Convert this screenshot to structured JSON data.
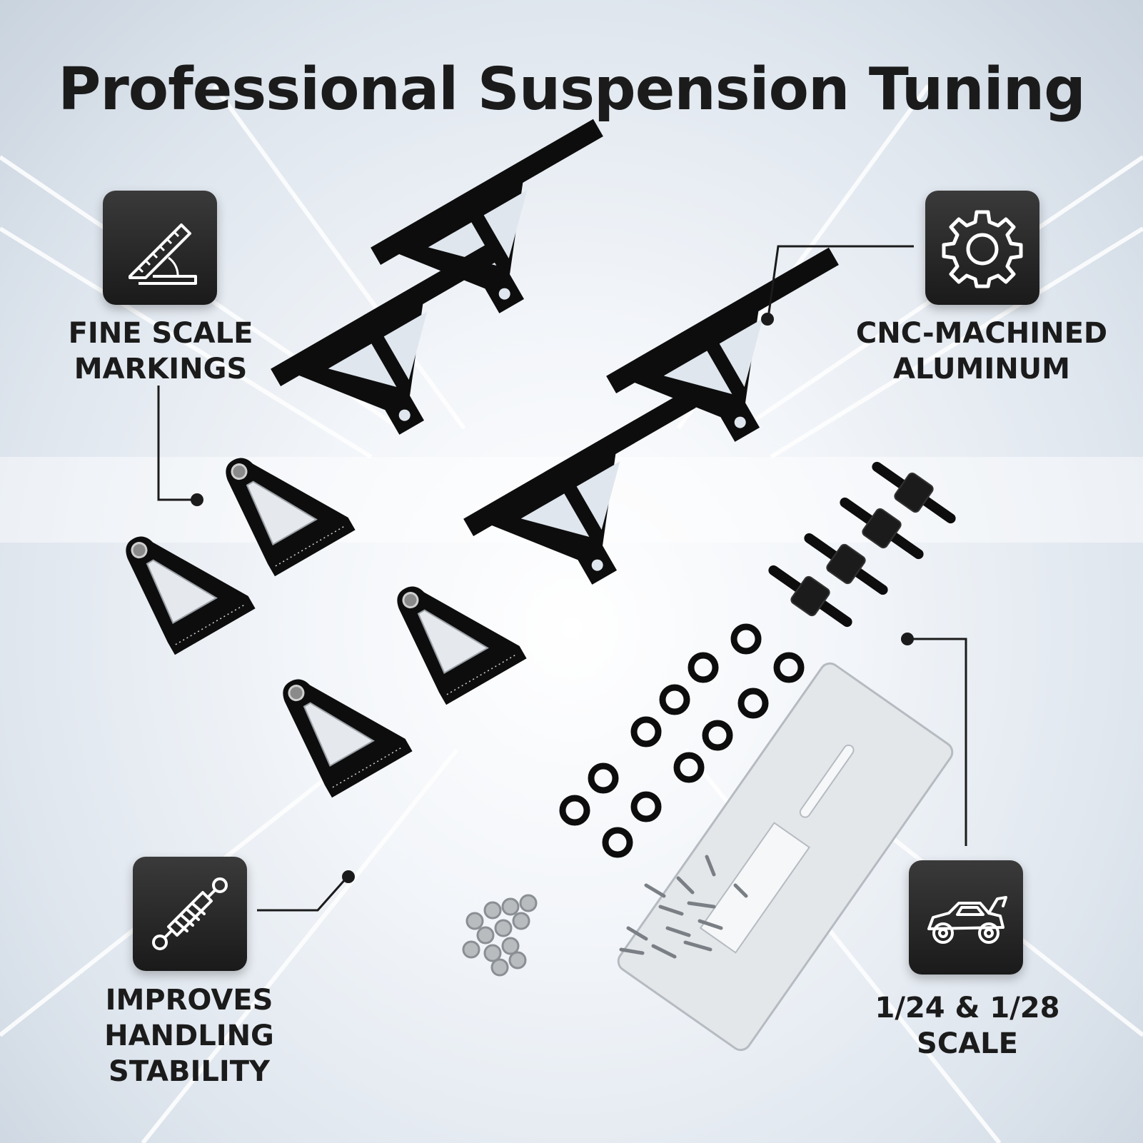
{
  "title": "Professional Suspension Tuning",
  "features": [
    {
      "icon": "ruler-angle-icon",
      "lines": [
        "FINE SCALE",
        "MARKINGS"
      ]
    },
    {
      "icon": "gear-icon",
      "lines": [
        "CNC-MACHINED",
        "ALUMINUM"
      ]
    },
    {
      "icon": "shock-absorber-icon",
      "lines": [
        "IMPROVES",
        "HANDLING",
        "STABILITY"
      ]
    },
    {
      "icon": "rc-car-icon",
      "lines": [
        "1/24 & 1/28",
        "SCALE"
      ]
    }
  ],
  "colors": {
    "badge": "#222222",
    "text": "#1b1b1b",
    "parts": "#0d0d0d",
    "background": "#eef2f6"
  }
}
